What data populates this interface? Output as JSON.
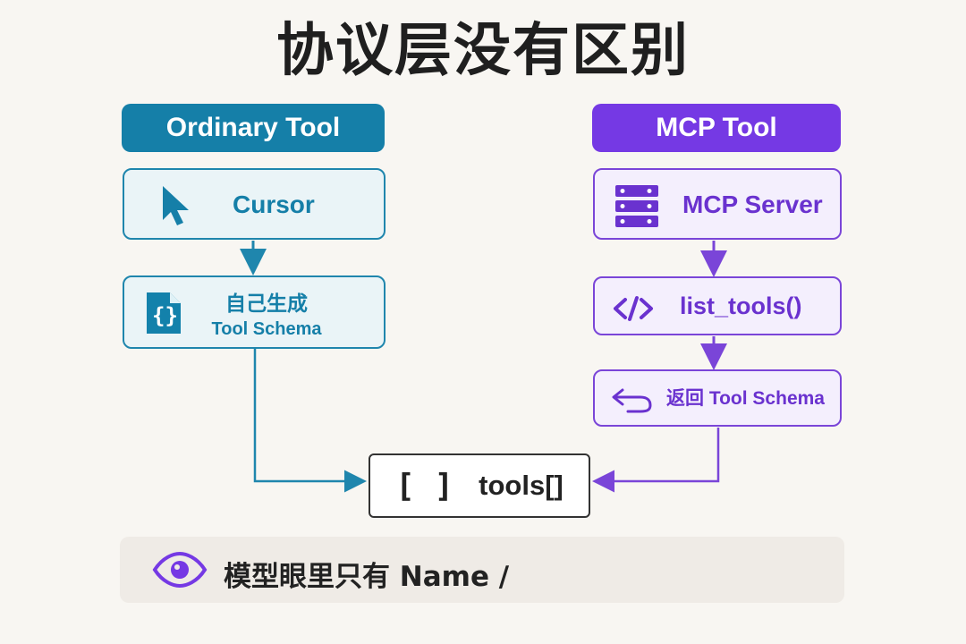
{
  "title": "协议层没有区别",
  "ordinary": {
    "header": "Ordinary Tool",
    "cursor_label": "Cursor",
    "schema_label_top": "自己生成",
    "schema_label_bottom": "Tool Schema"
  },
  "mcp": {
    "header": "MCP Tool",
    "server_label": "MCP Server",
    "list_tools_label": "list_tools()",
    "return_schema_label": "返回 Tool Schema"
  },
  "center": {
    "bracket_label": "[ ]",
    "tools_label": "tools[]"
  },
  "bottom": {
    "text": "模型眼里只有  Name / "
  },
  "colors": {
    "ordinary_header": "#157fa8",
    "mcp_header": "#7539e4",
    "ordinary_border": "#1f86ad",
    "mcp_border": "#7a45d8"
  },
  "icons": {
    "cursor": "cursor-icon",
    "schema": "json-file-icon",
    "server": "server-icon",
    "list_tools": "code-icon",
    "return": "return-arrow-icon",
    "view": "eye-icon"
  }
}
